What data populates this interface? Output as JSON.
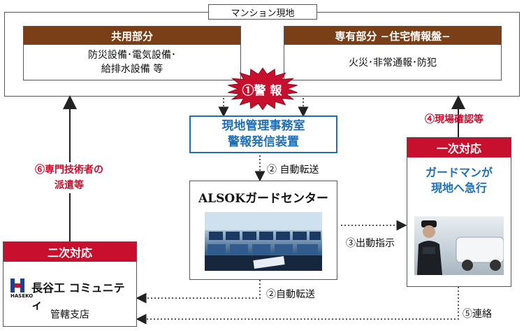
{
  "site": {
    "title": "マンション現地"
  },
  "common": {
    "header": "共用部分",
    "line1": "防災設備･電気設備･",
    "line2": "給排水設備 等"
  },
  "private": {
    "header": "専有部分 −住宅情報盤−",
    "body": "火災･非常通報･防犯"
  },
  "alarm": {
    "label": "①警 報"
  },
  "office": {
    "line1": "現地管理事務室",
    "line2": "警報発信装置"
  },
  "steps": {
    "s2": "② 自動転送",
    "s2b": "②自動転送",
    "s3": "③出動指示",
    "s4": "④現場確認等",
    "s5": "⑤連絡",
    "s6_line1": "⑥専門技術者の",
    "s6_line2": "派遣等"
  },
  "center": {
    "title": "ALSOKガードセンター"
  },
  "primary": {
    "header": "一次対応",
    "line1": "ガードマンが",
    "line2": "現地へ急行"
  },
  "secondary": {
    "header": "二次対応",
    "company": "長谷工 コミュニティ",
    "brand_small": "HASEKO",
    "branch": "管轄支店"
  },
  "colors": {
    "brown": "#7a3f16",
    "red": "#c8102e",
    "blue": "#1f6fb6"
  }
}
